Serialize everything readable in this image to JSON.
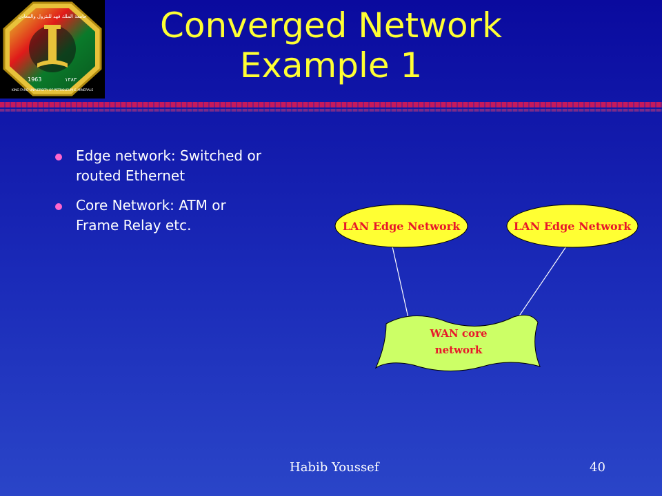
{
  "slide": {
    "title_line1": "Converged Network",
    "title_line2": "Example 1",
    "bullets": [
      {
        "line1": "Edge network: Switched or",
        "line2": "routed Ethernet"
      },
      {
        "line1": "Core Network: ATM or",
        "line2": "Frame Relay etc."
      }
    ],
    "footer_author": "Habib Youssef",
    "page_number": "40"
  },
  "diagram": {
    "lan_left_label": "LAN Edge Network",
    "lan_right_label": "LAN Edge Network",
    "wan_line1": "WAN core",
    "wan_line2": "network",
    "colors": {
      "node_fill": "#ffff33",
      "wan_fill": "#ccff66",
      "label": "#e8182a"
    }
  },
  "logo": {
    "text_line1": "جامعة الملك فهد للبترول والمعادن",
    "text_line2": "KING FAHD UNIVERSITY OF PETROLEUM & MINERALS",
    "year_left": "1963",
    "year_right": "١٣٨٣"
  },
  "theme": {
    "title_color": "#ffff33",
    "bullet_color": "#ff66cc"
  }
}
